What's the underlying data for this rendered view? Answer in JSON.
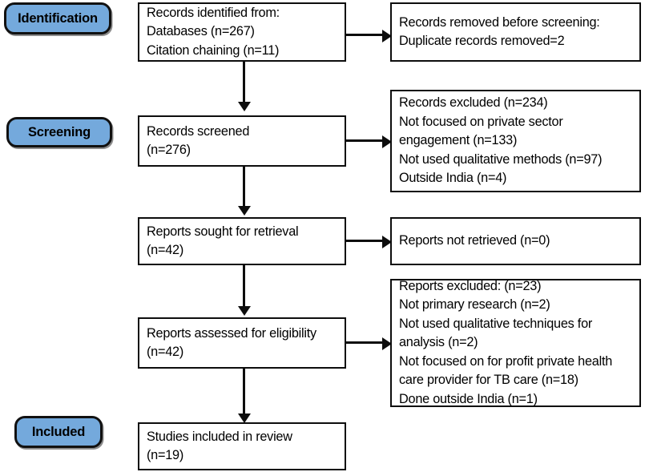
{
  "diagram": {
    "title": "PRISMA study selection flow diagram",
    "accent_color": "#74a9dc",
    "border_color": "#0d0d0d",
    "background_color": "#ffffff"
  },
  "stage_labels": [
    {
      "name": "identification",
      "label": "Identification"
    },
    {
      "name": "screening",
      "label": "Screening"
    },
    {
      "name": "included",
      "label": "Included"
    }
  ],
  "boxes": {
    "records_identified": {
      "lines": [
        "Records identified from:",
        "Databases (n=267)",
        "Citation chaining (n=11)"
      ]
    },
    "records_removed": {
      "lines": [
        "Records removed before screening:",
        "Duplicate records removed=2"
      ]
    },
    "records_screened": {
      "lines": [
        "Records screened",
        "(n=276)"
      ]
    },
    "records_excluded": {
      "lines": [
        "Records excluded (n=234)",
        "Not focused on private sector engagement (n=133)",
        "Not used qualitative methods (n=97)",
        "Outside India (n=4)"
      ]
    },
    "reports_sought": {
      "lines": [
        "Reports sought for retrieval",
        "(n=42)"
      ]
    },
    "reports_not_retrieved": {
      "lines": [
        "Reports not retrieved (n=0)"
      ]
    },
    "reports_assessed": {
      "lines": [
        "Reports assessed for eligibility",
        "(n=42)"
      ]
    },
    "reports_excluded": {
      "lines": [
        "Reports excluded: (n=23)",
        "Not primary research (n=2)",
        "Not used qualitative techniques for analysis (n=2)",
        "Not focused on for profit private health care provider for TB care (n=18)",
        "Done outside India (n=1)"
      ]
    },
    "studies_included": {
      "lines": [
        "Studies included in review",
        "(n=19)"
      ]
    }
  },
  "chart_data": {
    "type": "table",
    "title": "PRISMA flow counts",
    "categories": [
      "Databases",
      "Citation chaining",
      "Duplicates removed",
      "Records screened",
      "Records excluded",
      "Not focused on private sector engagement",
      "Not used qualitative methods",
      "Outside India",
      "Reports sought for retrieval",
      "Reports not retrieved",
      "Reports assessed for eligibility",
      "Reports excluded",
      "Not primary research",
      "Not used qualitative techniques for analysis",
      "Not focused on for profit private health care provider for TB care",
      "Done outside India",
      "Studies included in review"
    ],
    "values": [
      267,
      11,
      2,
      276,
      234,
      133,
      97,
      4,
      42,
      0,
      42,
      23,
      2,
      2,
      18,
      1,
      19
    ]
  }
}
